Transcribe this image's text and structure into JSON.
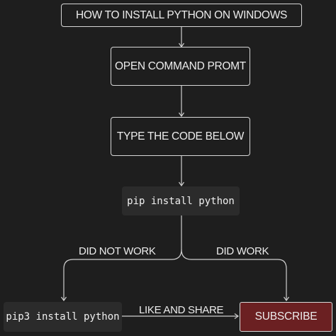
{
  "title": "HOW TO INSTALL PYTHON ON WINDOWS",
  "steps": {
    "open_cmd": "OPEN COMMAND PROMT",
    "type_code": "TYPE THE CODE BELOW"
  },
  "code": {
    "primary": "pip install python",
    "fallback": "pip3 install python"
  },
  "branches": {
    "fail": "DID NOT WORK",
    "success": "DID WORK"
  },
  "cta": {
    "share": "LIKE AND SHARE",
    "subscribe": "SUBSCRIBE"
  },
  "colors": {
    "background": "#1e1e1e",
    "stroke": "#d6d6d6",
    "code_background": "#2b2b2b",
    "subscribe_fill": "#6b2022"
  }
}
